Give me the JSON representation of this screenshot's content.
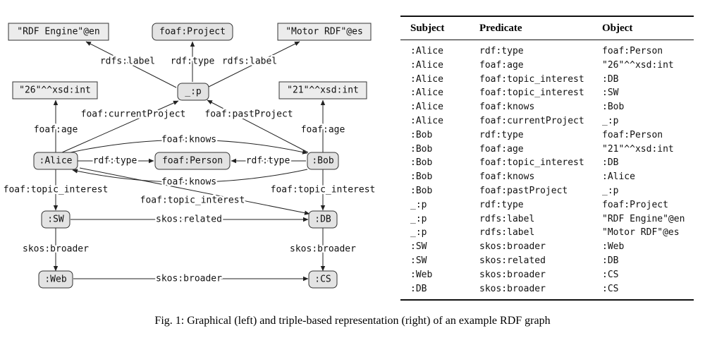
{
  "graph": {
    "nodes": {
      "rdf_engine": "\"RDF Engine\"@en",
      "foaf_project": "foaf:Project",
      "motor_rdf": "\"Motor RDF\"@es",
      "age_26": "\"26\"^^xsd:int",
      "p": "_:p",
      "age_21": "\"21\"^^xsd:int",
      "alice": ":Alice",
      "foaf_person": "foaf:Person",
      "bob": ":Bob",
      "sw": ":SW",
      "db": ":DB",
      "web": ":Web",
      "cs": ":CS"
    },
    "edges": {
      "p_label_en": "rdfs:label",
      "p_type": "rdf:type",
      "p_label_es": "rdfs:label",
      "alice_current_project": "foaf:currentProject",
      "bob_past_project": "foaf:pastProject",
      "alice_age": "foaf:age",
      "bob_age": "foaf:age",
      "alice_knows_bob": "foaf:knows",
      "alice_type": "rdf:type",
      "bob_type": "rdf:type",
      "bob_knows_alice": "foaf:knows",
      "alice_interest_sw": "foaf:topic_interest",
      "alice_interest_db": "foaf:topic_interest",
      "bob_interest_db": "foaf:topic_interest",
      "sw_related_db": "skos:related",
      "sw_broader_web": "skos:broader",
      "db_broader_cs": "skos:broader",
      "web_broader_cs": "skos:broader"
    }
  },
  "table": {
    "headers": [
      "Subject",
      "Predicate",
      "Object"
    ],
    "rows": [
      [
        ":Alice",
        "rdf:type",
        "foaf:Person"
      ],
      [
        ":Alice",
        "foaf:age",
        "\"26\"^^xsd:int"
      ],
      [
        ":Alice",
        "foaf:topic_interest",
        ":DB"
      ],
      [
        ":Alice",
        "foaf:topic_interest",
        ":SW"
      ],
      [
        ":Alice",
        "foaf:knows",
        ":Bob"
      ],
      [
        ":Alice",
        "foaf:currentProject",
        "_:p"
      ],
      [
        ":Bob",
        "rdf:type",
        "foaf:Person"
      ],
      [
        ":Bob",
        "foaf:age",
        "\"21\"^^xsd:int"
      ],
      [
        ":Bob",
        "foaf:topic_interest",
        ":DB"
      ],
      [
        ":Bob",
        "foaf:knows",
        ":Alice"
      ],
      [
        ":Bob",
        "foaf:pastProject",
        "_:p"
      ],
      [
        "_:p",
        "rdf:type",
        "foaf:Project"
      ],
      [
        "_:p",
        "rdfs:label",
        "\"RDF Engine\"@en"
      ],
      [
        "_:p",
        "rdfs:label",
        "\"Motor RDF\"@es"
      ],
      [
        ":SW",
        "skos:broader",
        ":Web"
      ],
      [
        ":SW",
        "skos:related",
        ":DB"
      ],
      [
        ":Web",
        "skos:broader",
        ":CS"
      ],
      [
        ":DB",
        "skos:broader",
        ":CS"
      ]
    ]
  },
  "caption": "Fig. 1: Graphical (left) and triple-based representation (right) of an example RDF graph"
}
